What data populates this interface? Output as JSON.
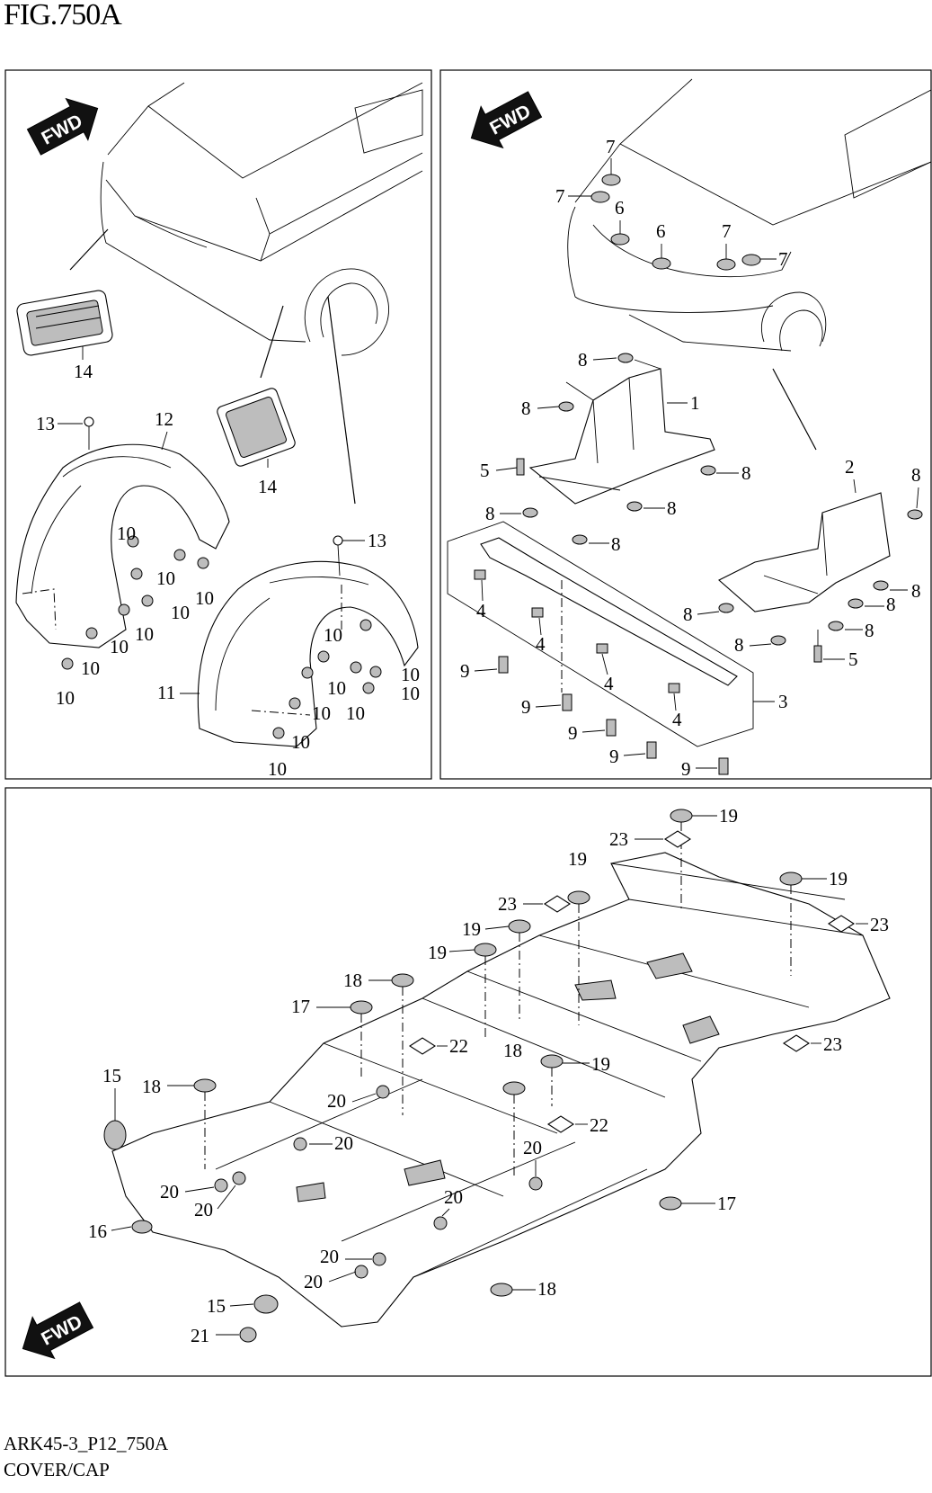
{
  "figure": {
    "title": "FIG.750A",
    "code": "ARK45-3_P12_750A",
    "name": "COVER/CAP",
    "fwd_label": "FWD"
  },
  "callouts": {
    "p1": "1",
    "p2": "2",
    "p3": "3",
    "p4": "4",
    "p5": "5",
    "p6": "6",
    "p7": "7",
    "p8": "8",
    "p9": "9",
    "p10": "10",
    "p11": "11",
    "p12": "12",
    "p13": "13",
    "p14": "14",
    "p15": "15",
    "p16": "16",
    "p17": "17",
    "p18": "18",
    "p19": "19",
    "p20": "20",
    "p21": "21",
    "p22": "22",
    "p23": "23"
  }
}
